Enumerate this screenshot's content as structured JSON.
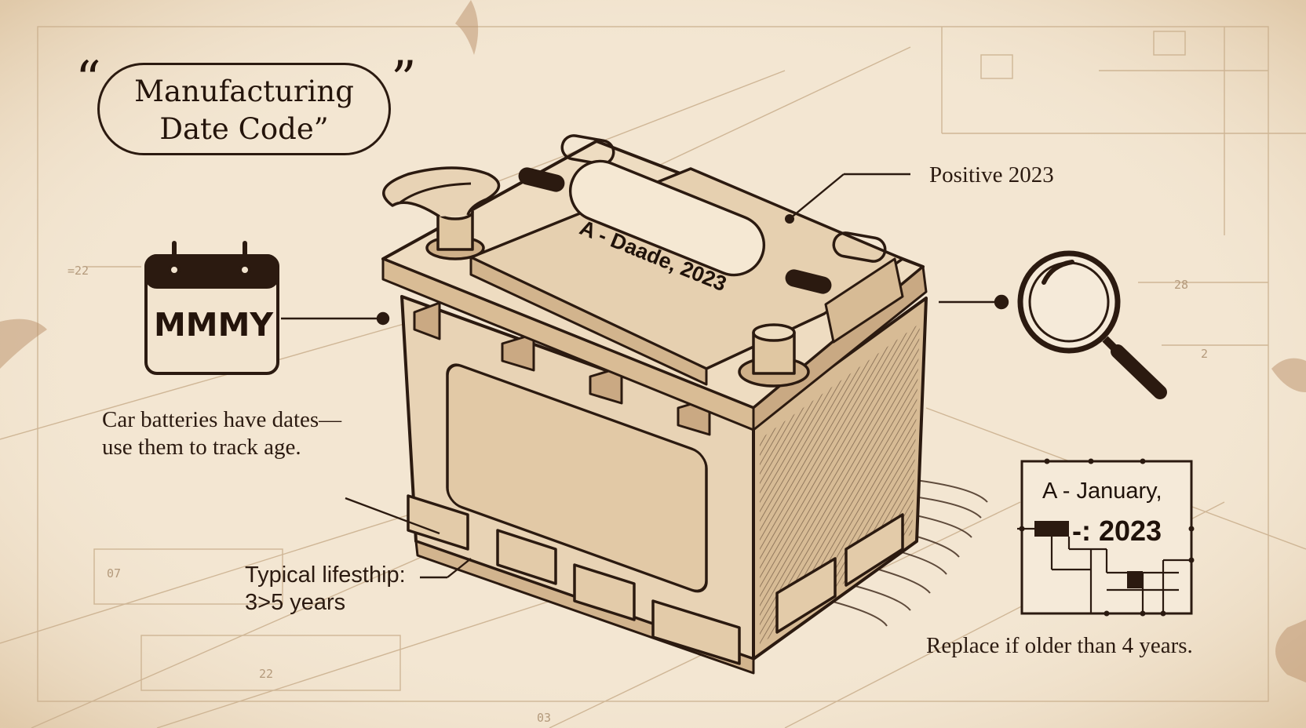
{
  "title": {
    "open_quote": "“",
    "close_quote": "”",
    "line1": "Manufacturing",
    "line2": "Date Code”"
  },
  "calendar": {
    "code": "MMMY"
  },
  "battery_label": "A - Daade, 2023",
  "callouts": {
    "positive": "Positive 2023",
    "dates_line1": "Car batteries have dates—",
    "dates_line2": "use them to track age.",
    "lifespan_line1": "Typical lifesthip:",
    "lifespan_line2": "3>5 years",
    "replace": "Replace if older than 4 years."
  },
  "code_box": {
    "line1": "A - January,",
    "line2": "-: 2023"
  },
  "margin_marks": [
    "=22",
    "28",
    "2",
    "07",
    "22",
    "03"
  ],
  "colors": {
    "paper": "#f3e6d2",
    "ink": "#2b1a10",
    "battery": "#e8d3b5",
    "shade": "#c9ab86"
  }
}
